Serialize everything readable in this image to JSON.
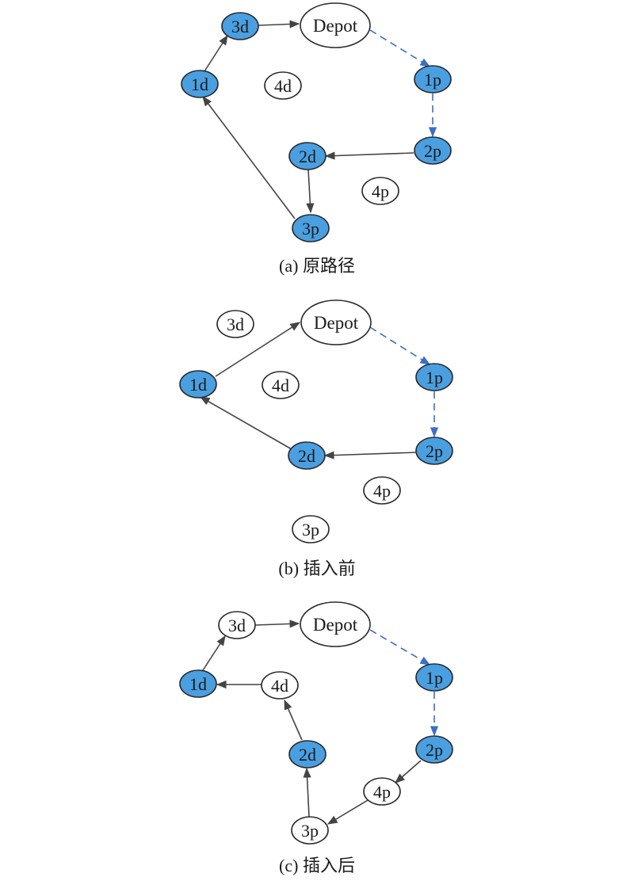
{
  "colors": {
    "filled": "#4a9fe0",
    "empty": "#ffffff",
    "stroke": "#2a2a2a",
    "edge_solid": "#444444",
    "edge_dashed": "#3a6fc4"
  },
  "panel_a": {
    "caption": "(a) 原路径",
    "nodes": {
      "depot": "Depot",
      "n3d": "3d",
      "n1d": "1d",
      "n4d": "4d",
      "n1p": "1p",
      "n2p": "2p",
      "n2d": "2d",
      "n4p": "4p",
      "n3p": "3p"
    }
  },
  "panel_b": {
    "caption": "(b) 插入前",
    "nodes": {
      "depot": "Depot",
      "n3d": "3d",
      "n1d": "1d",
      "n4d": "4d",
      "n1p": "1p",
      "n2p": "2p",
      "n2d": "2d",
      "n4p": "4p",
      "n3p": "3p"
    }
  },
  "panel_c": {
    "caption": "(c) 插入后",
    "nodes": {
      "depot": "Depot",
      "n3d": "3d",
      "n1d": "1d",
      "n4d": "4d",
      "n1p": "1p",
      "n2p": "2p",
      "n2d": "2d",
      "n4p": "4p",
      "n3p": "3p"
    }
  }
}
